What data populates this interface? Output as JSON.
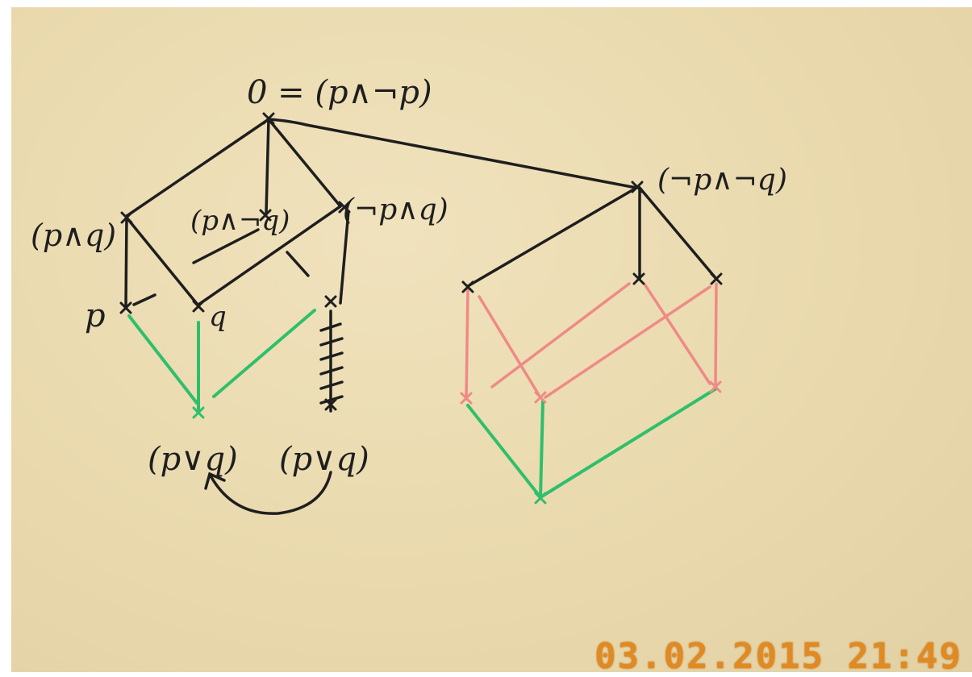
{
  "labels": {
    "top": "0 = (p∧¬p)",
    "p_and_q": "(p∧q)",
    "p_and_not_q": "(p∧¬q)",
    "not_p_and_q": "(¬p∧q)",
    "not_p_and_not_q": "(¬p∧¬q)",
    "p": "p",
    "q": "q",
    "p_or_q_left": "(p∨q)",
    "p_or_q_right": "(p∨q)"
  },
  "timestamp": "03.02.2015 21:49",
  "colors": {
    "ink": "#1e1e1e",
    "green": "#2fbf6a",
    "pink": "#ef8a86",
    "paper": "#ece0b6",
    "timestamp": "#e08a24"
  }
}
